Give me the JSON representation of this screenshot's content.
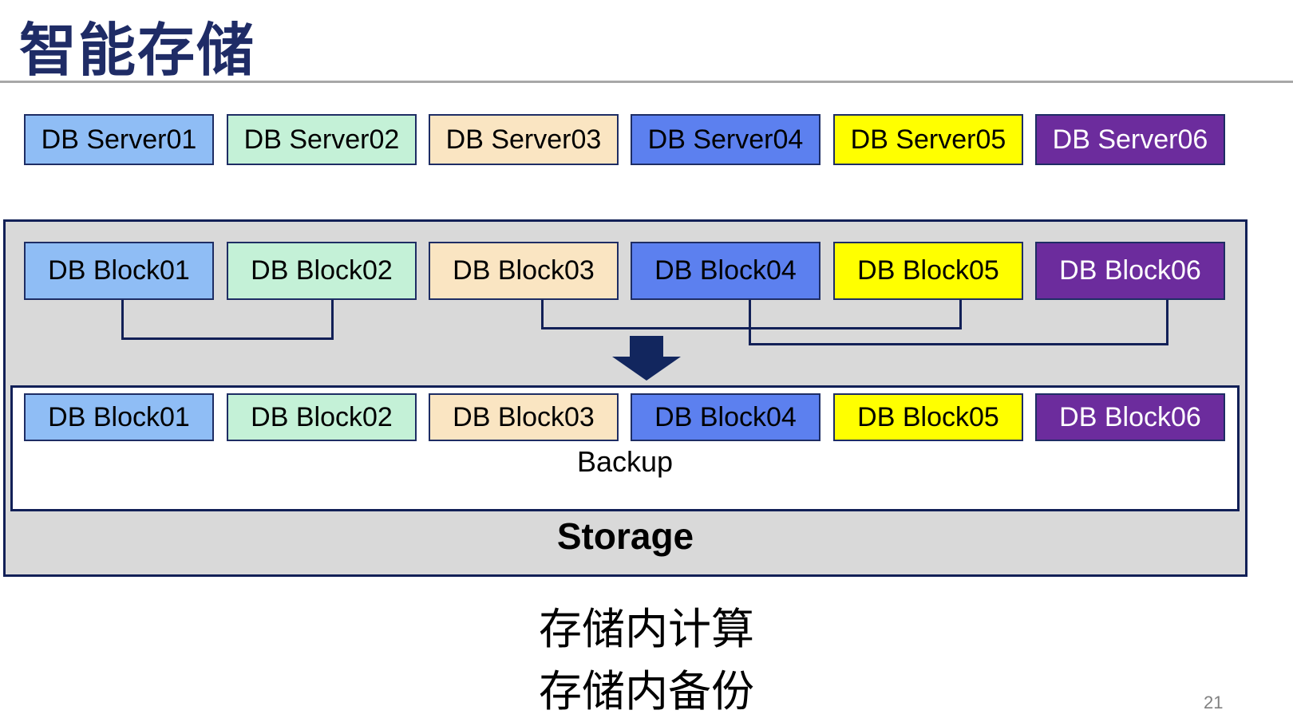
{
  "page": {
    "title": "智能存储",
    "page_number": "21"
  },
  "colors": {
    "title": "#1F2C66",
    "divider": "#A8A8A8",
    "box_border": "#1E2D64",
    "container_border": "#122057",
    "container_bg": "#D9D9D9",
    "arrow": "#12265E",
    "page_number": "#808080",
    "backup_bg": "#FFFFFF"
  },
  "server_row": [
    {
      "label": "DB Server01",
      "fill": "#8FBDF5",
      "text_color": "#000000"
    },
    {
      "label": "DB Server02",
      "fill": "#C4F1D7",
      "text_color": "#000000"
    },
    {
      "label": "DB Server03",
      "fill": "#FAE5C2",
      "text_color": "#000000"
    },
    {
      "label": "DB Server04",
      "fill": "#5C80EF",
      "text_color": "#000000"
    },
    {
      "label": "DB Server05",
      "fill": "#FFFF00",
      "text_color": "#000000"
    },
    {
      "label": "DB Server06",
      "fill": "#6C2C9D",
      "text_color": "#FFFFFF"
    }
  ],
  "block_row_top": [
    {
      "label": "DB Block01",
      "fill": "#8FBDF5",
      "text_color": "#000000"
    },
    {
      "label": "DB Block02",
      "fill": "#C4F1D7",
      "text_color": "#000000"
    },
    {
      "label": "DB Block03",
      "fill": "#FAE5C2",
      "text_color": "#000000"
    },
    {
      "label": "DB Block04",
      "fill": "#5C80EF",
      "text_color": "#000000"
    },
    {
      "label": "DB Block05",
      "fill": "#FFFF00",
      "text_color": "#000000"
    },
    {
      "label": "DB Block06",
      "fill": "#6C2C9D",
      "text_color": "#FFFFFF"
    }
  ],
  "block_row_bottom": [
    {
      "label": "DB Block01",
      "fill": "#8FBDF5",
      "text_color": "#000000"
    },
    {
      "label": "DB Block02",
      "fill": "#C4F1D7",
      "text_color": "#000000"
    },
    {
      "label": "DB Block03",
      "fill": "#FAE5C2",
      "text_color": "#000000"
    },
    {
      "label": "DB Block04",
      "fill": "#5C80EF",
      "text_color": "#000000"
    },
    {
      "label": "DB Block05",
      "fill": "#FFFF00",
      "text_color": "#000000"
    },
    {
      "label": "DB Block06",
      "fill": "#6C2C9D",
      "text_color": "#FFFFFF"
    }
  ],
  "storage_box": {
    "backup_label": "Backup",
    "storage_label": "Storage"
  },
  "captions": {
    "line1": "存储内计算",
    "line2": "存储内备份"
  }
}
